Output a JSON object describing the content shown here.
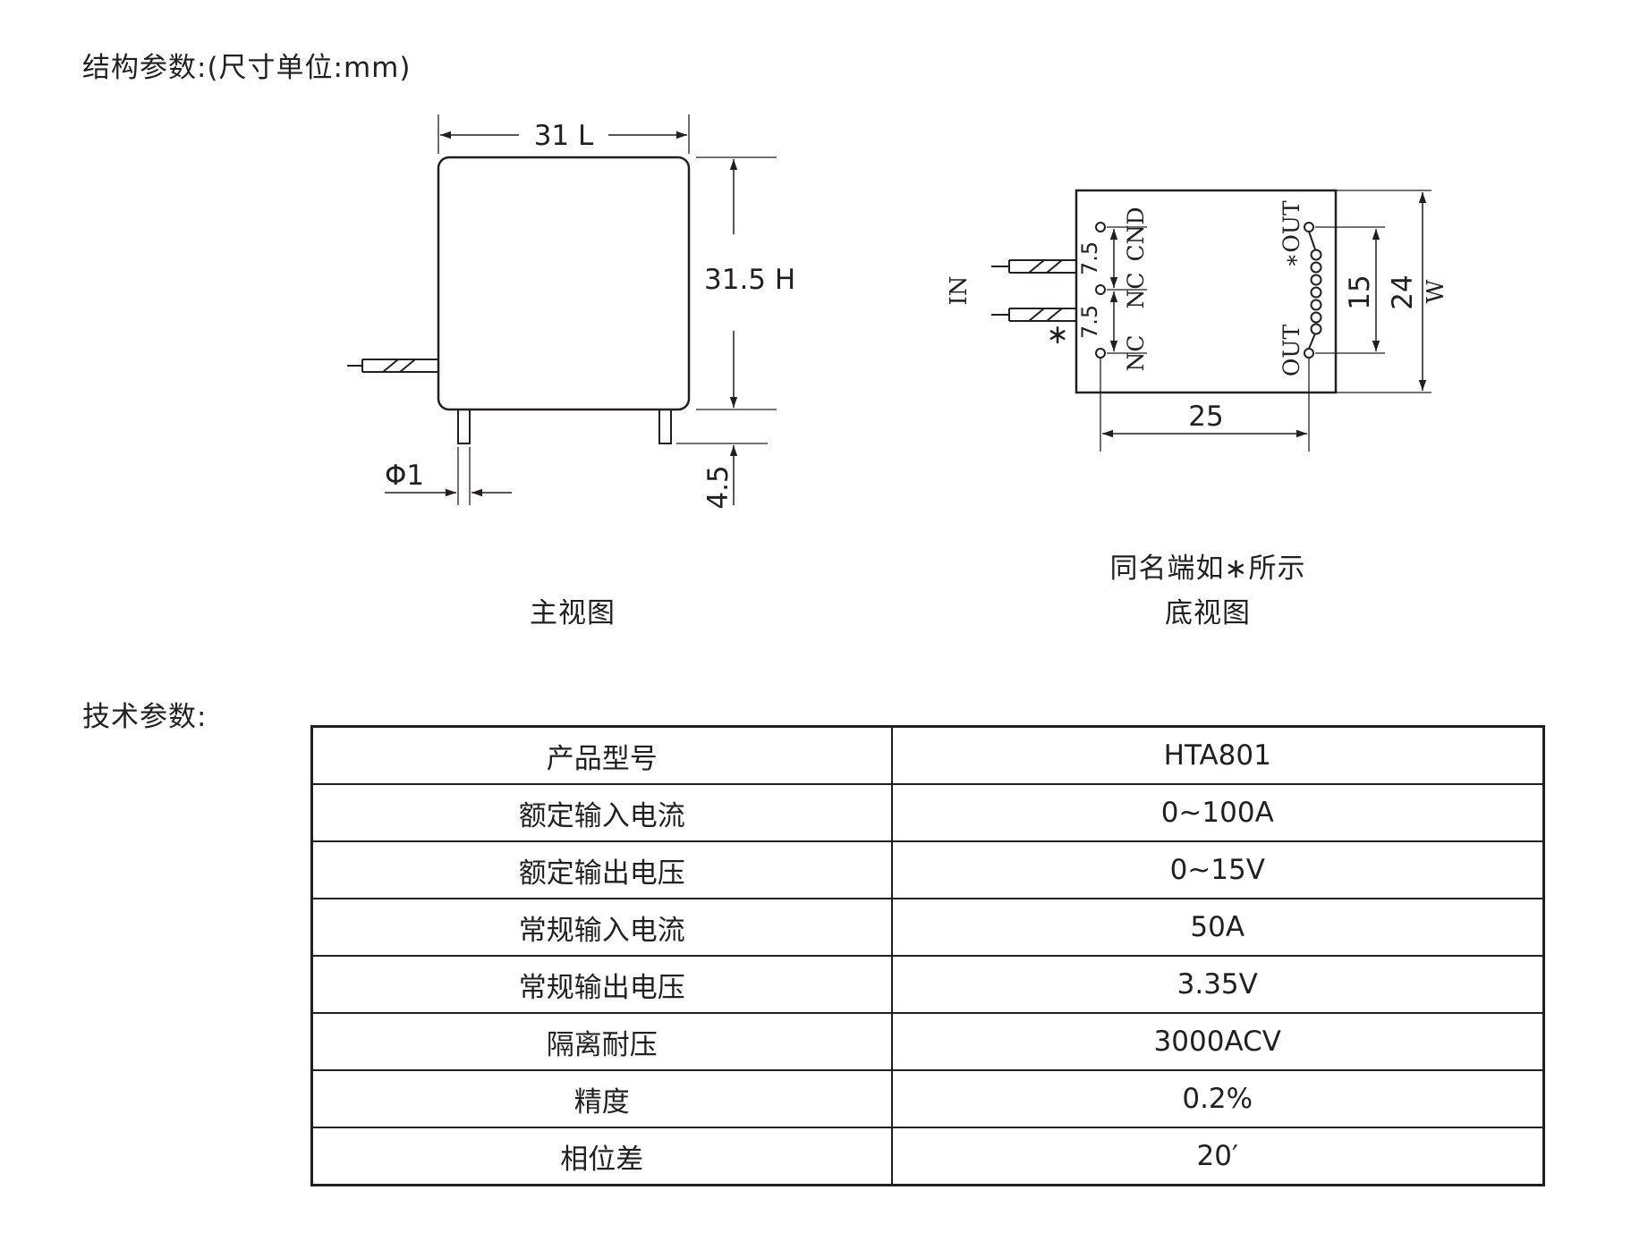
{
  "headings": {
    "structure": "结构参数:(尺寸单位:mm)",
    "technical": "技术参数:"
  },
  "front_view": {
    "caption": "主视图",
    "width_label": "31 L",
    "height_label": "31.5 H",
    "pin_diameter_label": "Φ1",
    "pin_length_label": "4.5"
  },
  "bottom_view": {
    "caption": "底视图",
    "note": "同名端如∗所示",
    "in_label": "IN",
    "star": "∗",
    "pitch_top_label": "7.5",
    "pitch_bottom_label": "7.5",
    "pin_cnd": "CND",
    "pin_nc_mid": "NC",
    "pin_nc_bottom": "NC",
    "out_top_label": "∗OUT",
    "out_bottom_label": "OUT",
    "dim_15": "15",
    "dim_24": "24",
    "dim_w": "W",
    "dim_25": "25"
  },
  "spec_table": {
    "rows": [
      {
        "param": "产品型号",
        "value": "HTA801"
      },
      {
        "param": "额定输入电流",
        "value": "0~100A"
      },
      {
        "param": "额定输出电压",
        "value": "0~15V"
      },
      {
        "param": "常规输入电流",
        "value": "50A"
      },
      {
        "param": "常规输出电压",
        "value": "3.35V"
      },
      {
        "param": "隔离耐压",
        "value": "3000ACV"
      },
      {
        "param": "精度",
        "value": "0.2%"
      },
      {
        "param": "相位差",
        "value": "20′"
      }
    ]
  }
}
